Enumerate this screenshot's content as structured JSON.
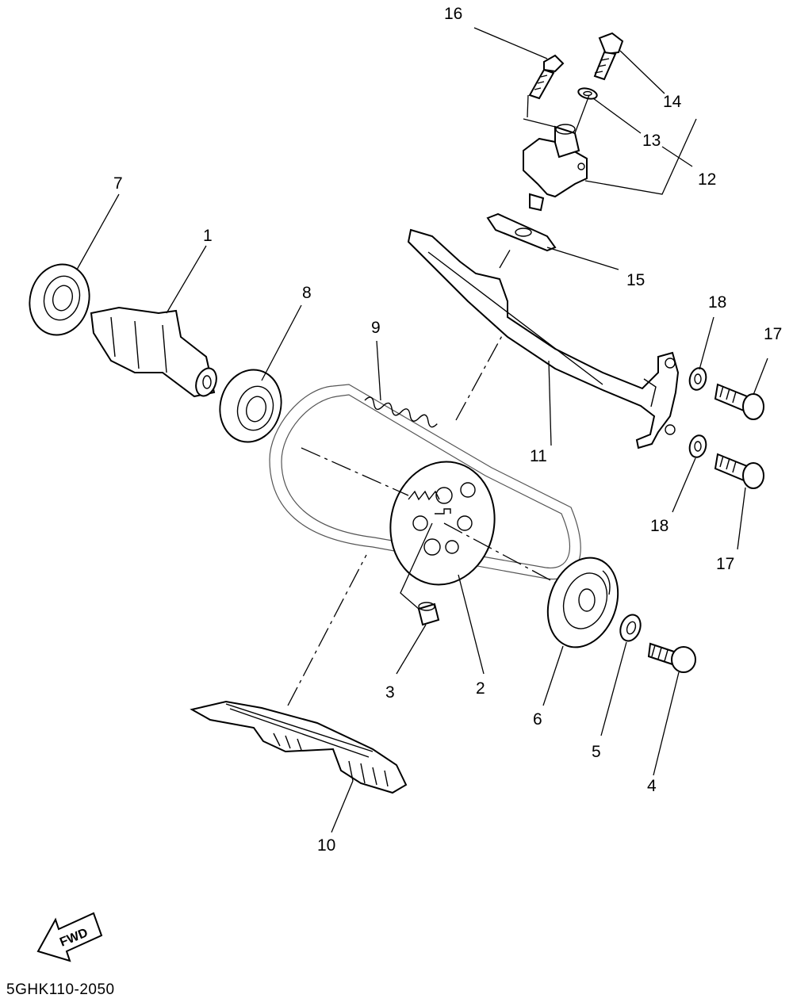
{
  "diagram": {
    "drawing_code": "5GHK110-2050",
    "fwd_label": "FWD",
    "parts": [
      {
        "id": "part-1",
        "label": "1"
      },
      {
        "id": "part-2",
        "label": "2"
      },
      {
        "id": "part-3",
        "label": "3"
      },
      {
        "id": "part-4",
        "label": "4"
      },
      {
        "id": "part-5",
        "label": "5"
      },
      {
        "id": "part-6",
        "label": "6"
      },
      {
        "id": "part-7",
        "label": "7"
      },
      {
        "id": "part-8",
        "label": "8"
      },
      {
        "id": "part-9",
        "label": "9"
      },
      {
        "id": "part-10",
        "label": "10"
      },
      {
        "id": "part-11",
        "label": "11"
      },
      {
        "id": "part-12",
        "label": "12"
      },
      {
        "id": "part-13",
        "label": "13"
      },
      {
        "id": "part-14",
        "label": "14"
      },
      {
        "id": "part-15",
        "label": "15"
      },
      {
        "id": "part-16",
        "label": "16"
      },
      {
        "id": "part-17a",
        "label": "17"
      },
      {
        "id": "part-17b",
        "label": "17"
      },
      {
        "id": "part-18a",
        "label": "18"
      },
      {
        "id": "part-18b",
        "label": "18"
      }
    ]
  }
}
